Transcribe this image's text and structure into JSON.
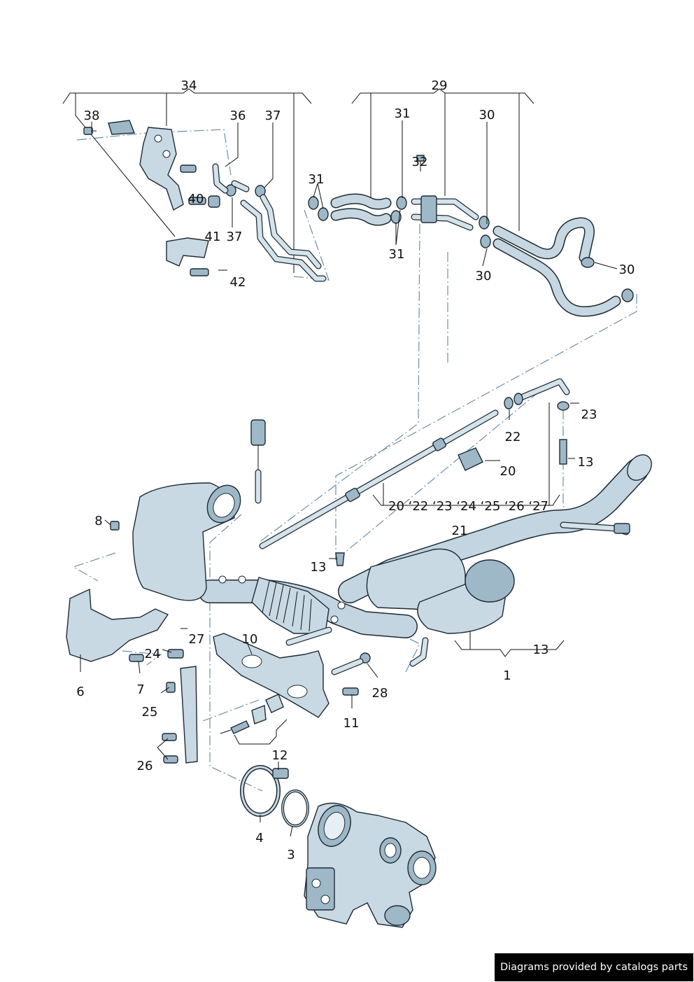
{
  "callouts": {
    "c34": "34",
    "c29": "29",
    "c38": "38",
    "c36": "36",
    "c37a": "37",
    "c31a": "31",
    "c30a": "30",
    "c32": "32",
    "c31b": "31",
    "c40": "40",
    "c41": "41",
    "c37b": "37",
    "c31c": "31",
    "c30b": "30",
    "c30c": "30",
    "c42": "42",
    "c23": "23",
    "c22": "22",
    "c13a": "13",
    "c20": "20",
    "c8": "8",
    "c21": "21",
    "c13b": "13",
    "c10": "10",
    "c27": "27",
    "c24": "24",
    "c13c": "13",
    "c1": "1",
    "c6": "6",
    "c7": "7",
    "c28": "28",
    "c25": "25",
    "c11": "11",
    "c12": "12",
    "c26": "26",
    "c4": "4",
    "c3": "3",
    "group_row": "20 ‘22 ‘23 ‘24 ‘25 ‘26 ‘27"
  },
  "footer": {
    "credit": "Diagrams provided by catalogs parts"
  }
}
